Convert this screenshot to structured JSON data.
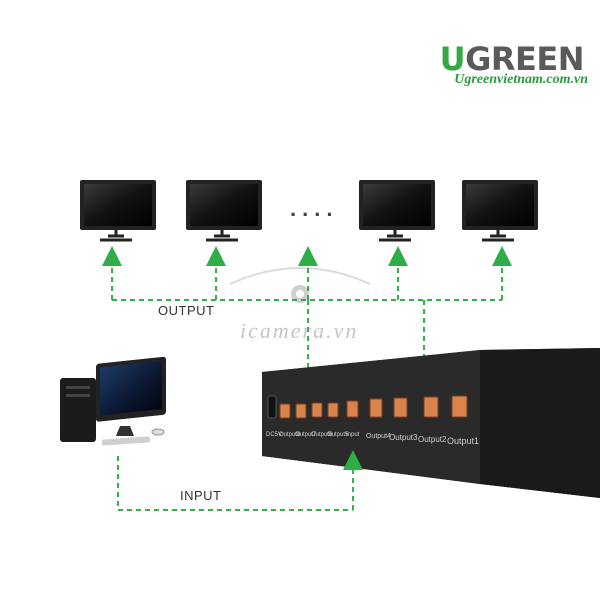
{
  "brand": {
    "name_prefix": "U",
    "name_suffix": "GREEN",
    "website": "Ugreenvietnam.com.vn"
  },
  "watermark": {
    "text": "icamera.vn"
  },
  "labels": {
    "output": "OUTPUT",
    "input": "INPUT",
    "ellipsis": "...."
  },
  "device": {
    "ports": [
      "Output8",
      "Output7",
      "Output6",
      "Output5",
      "Input",
      "Output4",
      "Output3",
      "Output2",
      "Output1"
    ],
    "power_label": "DC5V"
  },
  "colors": {
    "dashed_line": "#35b24a",
    "arrow": "#2fae47",
    "brand_green": "#35a845",
    "device_body": "#2b2b2b"
  },
  "icons": {
    "monitor": "monitor-icon",
    "computer": "desktop-computer-icon",
    "splitter": "hdmi-splitter-icon"
  }
}
